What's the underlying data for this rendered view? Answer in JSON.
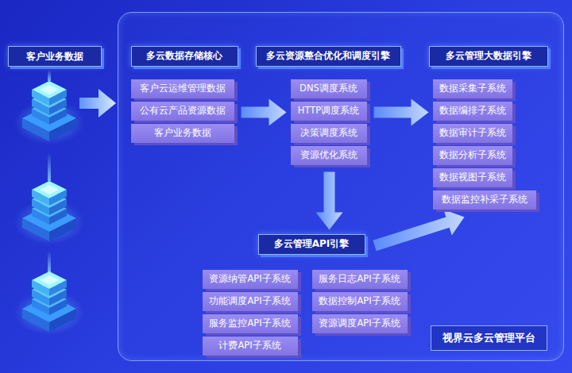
{
  "diagram": {
    "nodes": [
      {
        "text": [
          "客户业务数据"
        ]
      },
      {
        "text": [
          "视界云多云管理平台"
        ]
      },
      {
        "text": [
          "多云数据存储核心"
        ],
        "in": 1
      },
      {
        "text": [
          "客户云运维管理数据"
        ],
        "in": 1
      },
      {
        "text": [
          "公有云产品资源数据"
        ],
        "in": 1
      },
      {
        "text": [
          "客户业务数据"
        ],
        "in": 1
      },
      {
        "text": [
          "多云资源整合优化和调度引擎"
        ],
        "in": 1
      },
      {
        "text": [
          "DNS调度系统"
        ],
        "in": 1
      },
      {
        "text": [
          "HTTP调度系统"
        ],
        "in": 1
      },
      {
        "text": [
          "决策调度系统"
        ],
        "in": 1
      },
      {
        "text": [
          "资源优化系统"
        ],
        "in": 1
      },
      {
        "text": [
          "多云管理大数据引擎"
        ],
        "in": 1
      },
      {
        "text": [
          "数据采集子系统"
        ],
        "in": 1
      },
      {
        "text": [
          "数据编排子系统"
        ],
        "in": 1
      },
      {
        "text": [
          "数据审计子系统"
        ],
        "in": 1
      },
      {
        "text": [
          "数据分析子系统"
        ],
        "in": 1
      },
      {
        "text": [
          "数据视图子系统"
        ],
        "in": 1
      },
      {
        "text": [
          "数据监控补采子系统"
        ],
        "in": 1
      },
      {
        "text": [
          "多云管理API引擎"
        ],
        "in": 1
      },
      {
        "text": [
          "资源纳管API子系统"
        ],
        "in": 1
      },
      {
        "text": [
          "功能调度API子系统"
        ],
        "in": 1
      },
      {
        "text": [
          "服务监控API子系统"
        ],
        "in": 1
      },
      {
        "text": [
          "计费API子系统"
        ],
        "in": 1
      },
      {
        "text": [
          "服务日志API子系统"
        ],
        "in": 1
      },
      {
        "text": [
          "数据控制API子系统"
        ],
        "in": 1
      },
      {
        "text": [
          "资源调度API子系统"
        ],
        "in": 1
      }
    ],
    "edges": [
      {
        "from": 4,
        "to": 8,
        "arrow": "to"
      },
      {
        "from": 8,
        "to": 13,
        "arrow": "to"
      },
      {
        "from": 10,
        "to": 18,
        "arrow": "to"
      },
      {
        "from": 18,
        "to": 17,
        "arrow": "to"
      }
    ]
  }
}
